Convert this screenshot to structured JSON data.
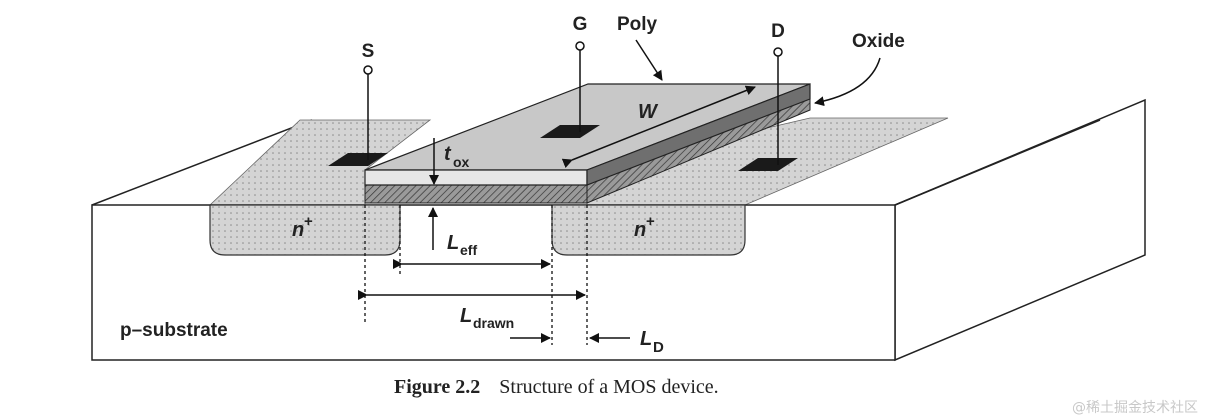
{
  "diagram": {
    "terminals": {
      "source": "S",
      "gate": "G",
      "drain": "D"
    },
    "callouts": {
      "poly": "Poly",
      "oxide": "Oxide",
      "width": "W"
    },
    "thickness": {
      "main": "t",
      "sub": "ox"
    },
    "regions": {
      "n_plus_main": "n",
      "n_plus_sup": "+",
      "substrate": "p–substrate"
    },
    "lengths": {
      "eff_main": "L",
      "eff_sub": "eff",
      "drawn_main": "L",
      "drawn_sub": "drawn",
      "d_main": "L",
      "d_sub": "D"
    }
  },
  "caption": {
    "label": "Figure 2.2",
    "text": "Structure of a MOS device."
  },
  "watermark": "@稀土掘金技术社区"
}
